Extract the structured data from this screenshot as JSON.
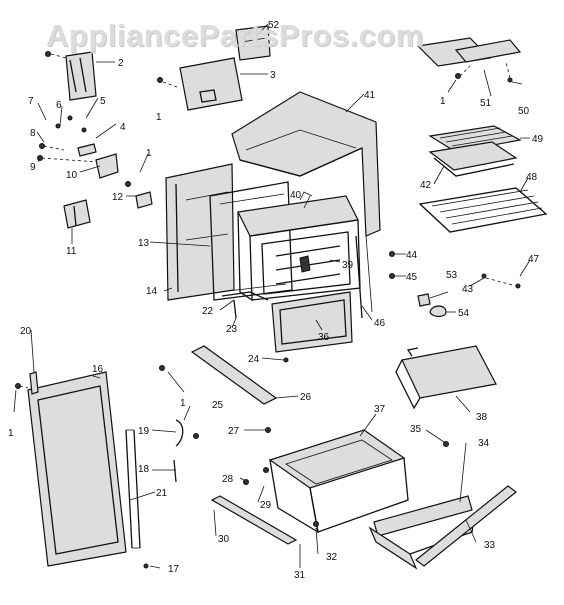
{
  "watermark": "AppliancePartsPros.com",
  "callouts": [
    {
      "id": "c52",
      "text": "52"
    },
    {
      "id": "c2",
      "text": "2"
    },
    {
      "id": "c3",
      "text": "3"
    },
    {
      "id": "c7",
      "text": "7"
    },
    {
      "id": "c6",
      "text": "6"
    },
    {
      "id": "c5",
      "text": "5"
    },
    {
      "id": "c4",
      "text": "4"
    },
    {
      "id": "c8",
      "text": "8"
    },
    {
      "id": "c9",
      "text": "9"
    },
    {
      "id": "c10",
      "text": "10"
    },
    {
      "id": "c1a",
      "text": "1"
    },
    {
      "id": "c1b",
      "text": "1"
    },
    {
      "id": "c12",
      "text": "12"
    },
    {
      "id": "c11",
      "text": "11"
    },
    {
      "id": "c41",
      "text": "41"
    },
    {
      "id": "c1c",
      "text": "1"
    },
    {
      "id": "c51",
      "text": "51"
    },
    {
      "id": "c50",
      "text": "50"
    },
    {
      "id": "c49",
      "text": "49"
    },
    {
      "id": "c42",
      "text": "42"
    },
    {
      "id": "c48",
      "text": "48"
    },
    {
      "id": "c40",
      "text": "40"
    },
    {
      "id": "c39",
      "text": "39"
    },
    {
      "id": "c13",
      "text": "13"
    },
    {
      "id": "c14",
      "text": "14"
    },
    {
      "id": "c22",
      "text": "22"
    },
    {
      "id": "c23",
      "text": "23"
    },
    {
      "id": "c36",
      "text": "36"
    },
    {
      "id": "c46",
      "text": "46"
    },
    {
      "id": "c44",
      "text": "44"
    },
    {
      "id": "c45",
      "text": "45"
    },
    {
      "id": "c53",
      "text": "53"
    },
    {
      "id": "c43",
      "text": "43"
    },
    {
      "id": "c47",
      "text": "47"
    },
    {
      "id": "c54",
      "text": "54"
    },
    {
      "id": "c20",
      "text": "20"
    },
    {
      "id": "c16",
      "text": "16"
    },
    {
      "id": "c1d",
      "text": "1"
    },
    {
      "id": "c24",
      "text": "24"
    },
    {
      "id": "c1e",
      "text": "1"
    },
    {
      "id": "c26",
      "text": "26"
    },
    {
      "id": "c38",
      "text": "38"
    },
    {
      "id": "c25",
      "text": "25"
    },
    {
      "id": "c19",
      "text": "19"
    },
    {
      "id": "c27",
      "text": "27"
    },
    {
      "id": "c37",
      "text": "37"
    },
    {
      "id": "c35",
      "text": "35"
    },
    {
      "id": "c34",
      "text": "34"
    },
    {
      "id": "c18",
      "text": "18"
    },
    {
      "id": "c21",
      "text": "21"
    },
    {
      "id": "c28",
      "text": "28"
    },
    {
      "id": "c29",
      "text": "29"
    },
    {
      "id": "c30",
      "text": "30"
    },
    {
      "id": "c32",
      "text": "32"
    },
    {
      "id": "c33",
      "text": "33"
    },
    {
      "id": "c31",
      "text": "31"
    },
    {
      "id": "c17",
      "text": "17"
    }
  ]
}
